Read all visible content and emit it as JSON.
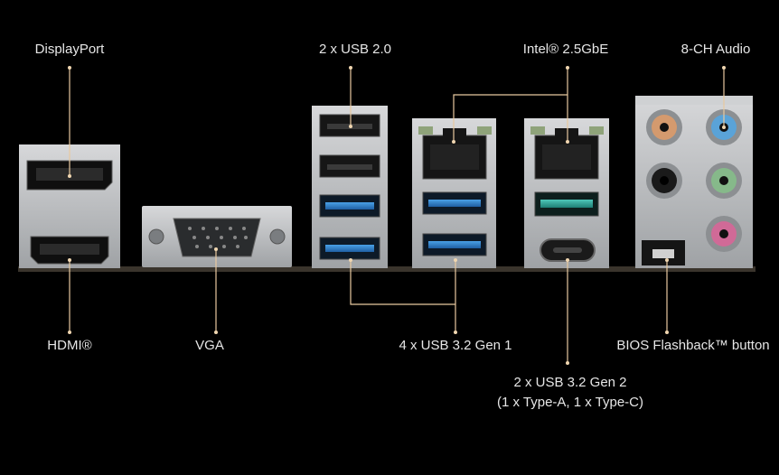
{
  "labels": {
    "displayport": "DisplayPort",
    "usb20": "2 x USB 2.0",
    "intel_lan": "Intel® 2.5GbE",
    "audio": "8-CH Audio",
    "hdmi": "HDMI®",
    "vga": "VGA",
    "usb32g1": "4 x USB 3.2 Gen 1",
    "bios_flashback": "BIOS Flashback™ button",
    "usb32g2_line1": "2 x USB 3.2 Gen 2",
    "usb32g2_line2": "(1 x Type-A, 1 x Type-C)"
  },
  "colors": {
    "background": "#000000",
    "leader_line": "#e8c9a0",
    "metal": "#b9bbbd",
    "usb3_blue": "#2f7fc9",
    "usb32g2_teal": "#2ea59a",
    "audio_blue": "#5aa3d8",
    "audio_green": "#86b98a",
    "audio_pink": "#d06a97",
    "audio_orange": "#d49a6e",
    "audio_black": "#1a1a1a"
  }
}
